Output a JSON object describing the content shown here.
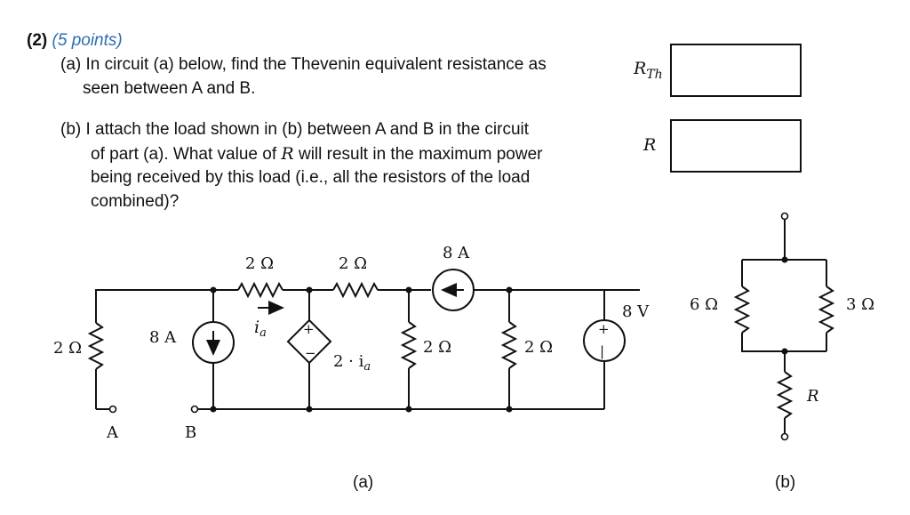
{
  "problem": {
    "number": "(2)",
    "points": "(5 points)",
    "part_a_line1": "(a) In circuit (a) below, find the Thevenin equivalent resistance as",
    "part_a_line2": "seen between A and B.",
    "part_b_line1": "(b) I attach the load shown in (b) between A and B in the circuit",
    "part_b_line2_pre": "of part (a). What value of ",
    "part_b_line2_var": "R",
    "part_b_line2_post": " will result in the maximum power",
    "part_b_line3": "being received by this load (i.e., all the resistors of the load",
    "part_b_line4": "combined)?"
  },
  "answers": {
    "rth_label_main": "R",
    "rth_label_sub": "Th",
    "rth_value": "",
    "r_label": "R",
    "r_value": ""
  },
  "circuit_a": {
    "caption": "(a)",
    "r_left": "2 Ω",
    "src_8a": "8 A",
    "r_top1": "2 Ω",
    "r_top2": "2 Ω",
    "ia_label": "i",
    "ia_sub": "a",
    "dep_label": "2 · i",
    "dep_sub": "a",
    "r_mid": "2 Ω",
    "src_8a_top": "8 A",
    "r_right": "2 Ω",
    "v_source": "8 V",
    "node_a": "A",
    "node_b": "B"
  },
  "circuit_b": {
    "caption": "(b)",
    "r_6": "6 Ω",
    "r_3": "3 Ω",
    "r_var": "R"
  }
}
